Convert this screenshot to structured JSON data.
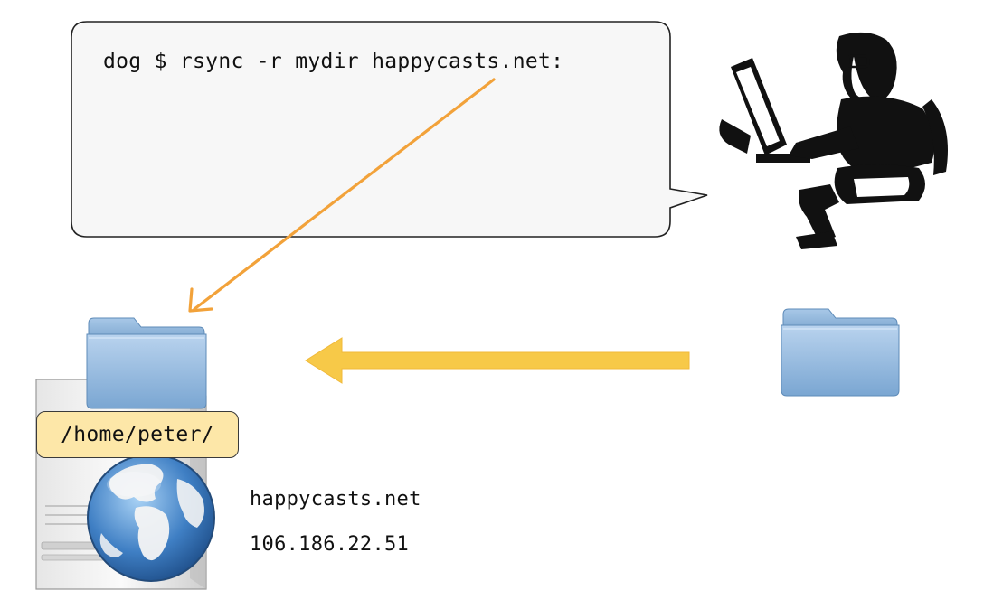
{
  "speech_bubble": {
    "command_text": "dog $ rsync -r mydir happycasts.net:"
  },
  "server": {
    "path_label": "/home/peter/",
    "hostname": "happycasts.net",
    "ip_address": "106.186.22.51"
  },
  "icons": {
    "user": "person-at-computer-icon",
    "server": "server-tower-icon",
    "globe": "globe-icon",
    "remote_folder": "folder-icon",
    "local_folder": "folder-icon"
  },
  "colors": {
    "transfer_arrow": "#f7c948",
    "pointer_arrow": "#f2a23a",
    "path_label_bg": "#fde7a8",
    "folder": "#8fb4d8"
  }
}
